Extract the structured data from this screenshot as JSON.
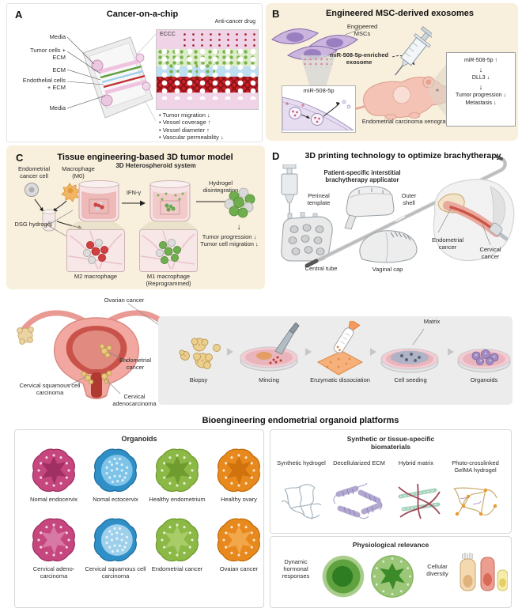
{
  "palette": {
    "panel_cream": "#f8efdc",
    "strip_gray": "#ececec",
    "box_border": "#d8d8d8",
    "organoid_pink": "#c5477e",
    "organoid_blue": "#2f8fc6",
    "organoid_green": "#8cb845",
    "organoid_orange": "#e8891d",
    "vessel_red": "#d02027",
    "channel_blue": "#bedff2",
    "media_pink": "#f1d3e8",
    "cell_green": "#7cb24c",
    "msc_purple": "#cbb5de",
    "mouse_pink": "#f4c3b6",
    "physio_green": "#2f7d22"
  },
  "panelA": {
    "letter": "A",
    "title": "Cancer-on-a-chip",
    "chip_labels": [
      "Media",
      "Tumor cells + ECM",
      "ECM",
      "Endothelial cells + ECM",
      "Media"
    ],
    "inset_tag": "ECCC",
    "drug_label": "Anti-cancer drug",
    "outcomes": [
      "Tumor migration ↓",
      "Vessel coverage ↑",
      "Vessel diameter ↑",
      "Vascular permeability ↓"
    ]
  },
  "panelB": {
    "letter": "B",
    "title": "Engineered MSC-derived exosomes",
    "msc_label": "Engineered MSCs",
    "exosome_label": "miR-508-5p-enriched exosome",
    "inset_tag": "miR-508-5p",
    "model_caption": "Endometrial carcinoma xenograft model",
    "cascade": [
      "miR-508-5p ↑",
      "DLL3 ↓",
      "Tumor progression ↓",
      "Metastasis ↓"
    ],
    "arrow": "↓"
  },
  "panelC": {
    "letter": "C",
    "title": "Tissue engineering-based 3D tumor model",
    "cell1_label": "Endometrial cancer cell",
    "cell2_label": "Macrophage (M0)",
    "system_label": "3D Heterospheroid system",
    "hydrogel_label": "DSG hydrogel",
    "arrow1_label": "IFN-γ",
    "arrow2_label": "Hydrogel disintegration",
    "inset1_caption": "M2 macrophage",
    "inset2_caption": "M1 macrophage (Reprogrammed)",
    "outcome_arrow": "↓",
    "outcomes": [
      "Tumor progression ↓",
      "Tumor cell migration ↓"
    ]
  },
  "panelD": {
    "letter": "D",
    "title": "3D printing technology to optimize brachytherapy",
    "applicator_label": "Patient-specific interstitial brachytherapy applicator",
    "part_labels": [
      "Perineal template",
      "Outer shell",
      "Central tube",
      "Vaginal cap"
    ],
    "anatomy_labels": [
      "Endometrial cancer",
      "Cervical cancer"
    ]
  },
  "anatomy": {
    "labels": [
      "Ovarian cancer",
      "Endometrial cancer",
      "Cervical squamous cell carcinoma",
      "Cervical adenocarcinoma"
    ]
  },
  "workflow": {
    "matrix_label": "Matrix",
    "steps": [
      "Biopsy",
      "Mincing",
      "Enzymatic dissociation",
      "Cell seeding",
      "Organoids"
    ]
  },
  "platforms": {
    "title": "Bioengineering endometrial organoid platforms",
    "organoids": {
      "title": "Organoids",
      "row1": [
        "Nomal endocervix",
        "Nomal ectocervix",
        "Healthy endometrium",
        "Healthy ovary"
      ],
      "row2": [
        "Cervical adeno-carcinoma",
        "Cervical squamous cell carcinoma",
        "Endometrial cancer",
        "Ovaian cancer"
      ]
    },
    "biomaterials": {
      "title": "Synthetic or tissue-specific biomaterials",
      "items": [
        "Synthetic hydrogel",
        "Decellularized ECM",
        "Hybrid matrix",
        "Photo-crosslinked GelMA hydrogel"
      ]
    },
    "physiology": {
      "title": "Physiological relevance",
      "items": [
        "Dynamic hormonal responses",
        "Cellular diversity"
      ]
    }
  }
}
